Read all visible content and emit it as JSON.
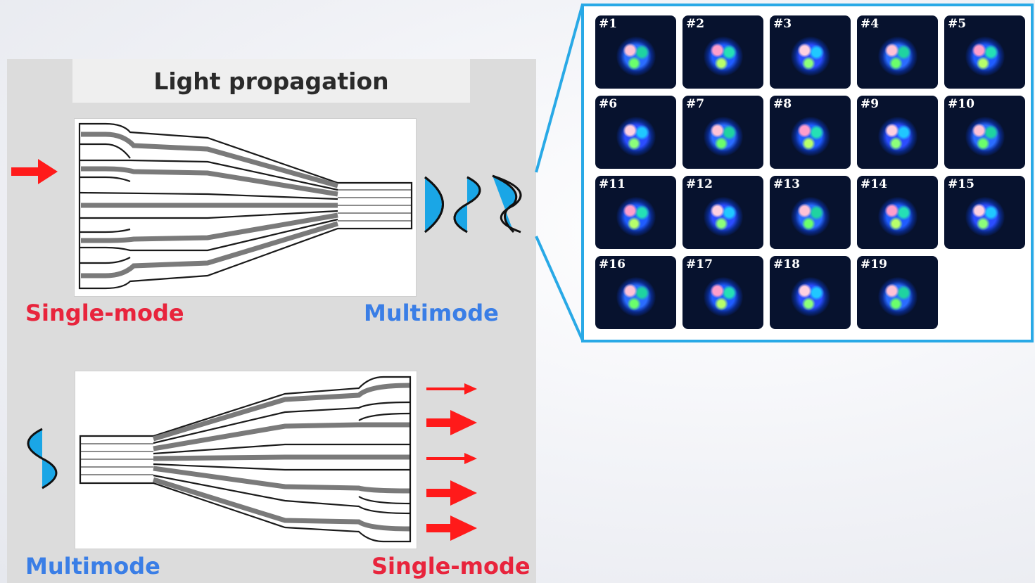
{
  "title": "Light propagation",
  "top_chip": {
    "left_label": "Single-mode",
    "right_label": "Multimode"
  },
  "bottom_chip": {
    "left_label": "Multimode",
    "right_label": "Single-mode"
  },
  "colors": {
    "single_mode": "#e8243c",
    "multimode": "#3a7ee6",
    "frame": "#29a9e6",
    "arrow": "#ff1a1a",
    "mode_fill": "#1aa6e6"
  },
  "mode_patterns": [
    {
      "label": "#1"
    },
    {
      "label": "#2"
    },
    {
      "label": "#3"
    },
    {
      "label": "#4"
    },
    {
      "label": "#5"
    },
    {
      "label": "#6"
    },
    {
      "label": "#7"
    },
    {
      "label": "#8"
    },
    {
      "label": "#9"
    },
    {
      "label": "#10"
    },
    {
      "label": "#11"
    },
    {
      "label": "#12"
    },
    {
      "label": "#13"
    },
    {
      "label": "#14"
    },
    {
      "label": "#15"
    },
    {
      "label": "#16"
    },
    {
      "label": "#17"
    },
    {
      "label": "#18"
    },
    {
      "label": "#19"
    }
  ]
}
